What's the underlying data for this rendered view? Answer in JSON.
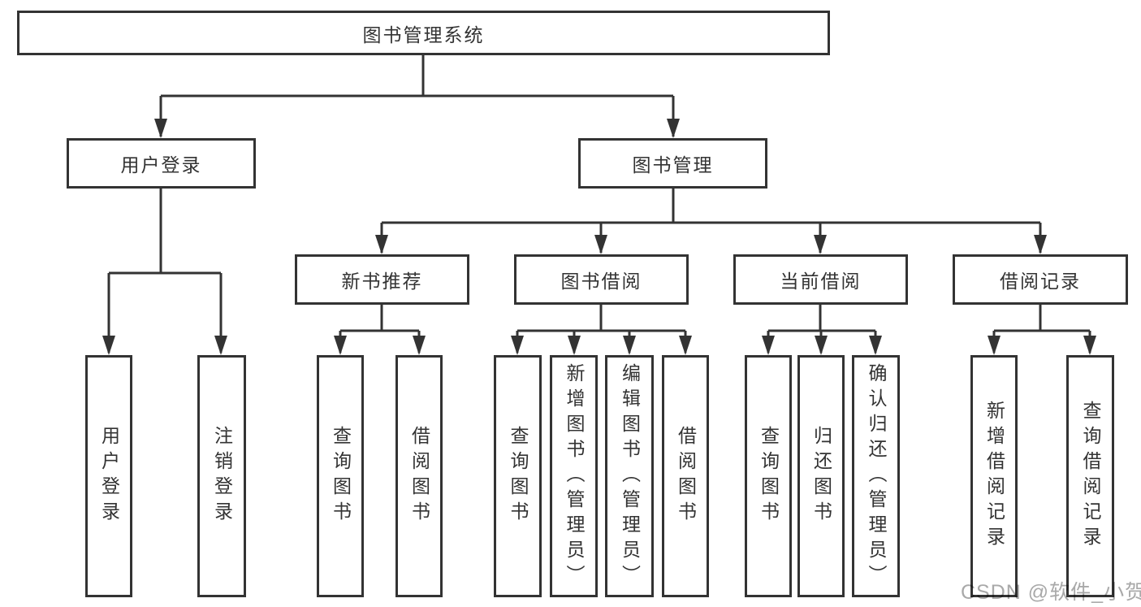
{
  "tree": {
    "root": "图书管理系统",
    "children": [
      {
        "label": "用户登录",
        "children": [
          "用户登录",
          "注销登录"
        ]
      },
      {
        "label": "图书管理",
        "children": [
          {
            "label": "新书推荐",
            "children": [
              "查询图书",
              "借阅图书"
            ]
          },
          {
            "label": "图书借阅",
            "children": [
              "查询图书",
              "新增图书（管理员）",
              "编辑图书（管理员）",
              "借阅图书"
            ]
          },
          {
            "label": "当前借阅",
            "children": [
              "查询图书",
              "归还图书",
              "确认归还（管理员）"
            ]
          },
          {
            "label": "借阅记录",
            "children": [
              "新增借阅记录",
              "查询借阅记录"
            ]
          }
        ]
      }
    ]
  },
  "watermark": "CSDN @软件_小贺同学",
  "colors": {
    "background": "#ffffff",
    "line": "#333333",
    "box_border": "#333333",
    "text": "#333333",
    "watermark": "#a9a9a9"
  }
}
